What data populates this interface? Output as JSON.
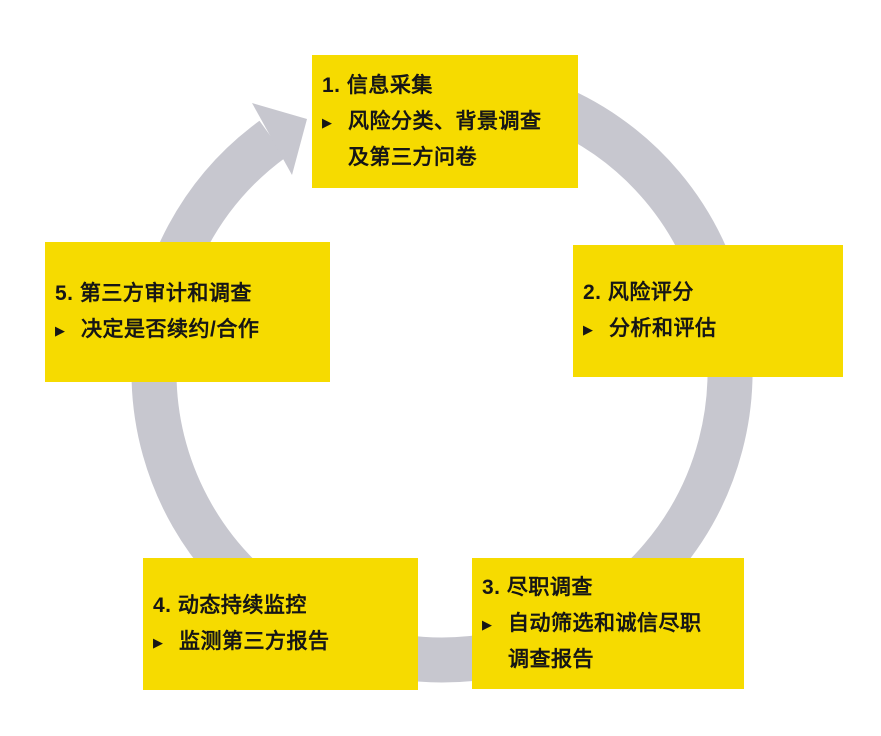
{
  "colors": {
    "box_yellow": "#F6DB00",
    "ring_gray": "#C7C7CF",
    "text": "#161616",
    "background": "#FFFFFF"
  },
  "ui": {
    "bullet_glyph": "▶"
  },
  "steps": [
    {
      "title": "1. 信息采集",
      "detail": "风险分类、背景调查\n及第三方问卷"
    },
    {
      "title": "2. 风险评分",
      "detail": "分析和评估"
    },
    {
      "title": "3. 尽职调查",
      "detail": "自动筛选和诚信尽职\n调查报告"
    },
    {
      "title": "4. 动态持续监控",
      "detail": "监测第三方报告"
    },
    {
      "title": "5. 第三方审计和调查",
      "detail": "决定是否续约/合作"
    }
  ]
}
